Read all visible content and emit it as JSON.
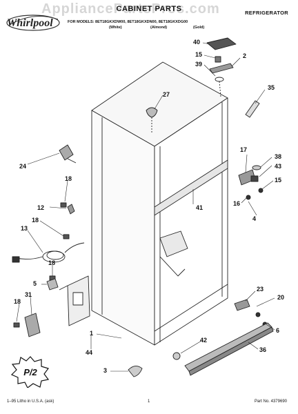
{
  "header": {
    "brand": "Whirlpool",
    "title": "CABINET PARTS",
    "category": "REFRIGERATOR",
    "models": "FOR MODELS: 8ET18GKXDW00, 8ET18GKXDN00, 8ET18GKXDG00",
    "colors": [
      "(White)",
      "(Almond)",
      "(Gold)"
    ],
    "watermark": "AppliancePartsPros.com"
  },
  "parts": {
    "p40": "40",
    "p15a": "15",
    "p2": "2",
    "p39": "39",
    "p27": "27",
    "p35": "35",
    "p24": "24",
    "p17": "17",
    "p38": "38",
    "p43": "43",
    "p15b": "15",
    "p18a": "18",
    "p41": "41",
    "p16": "16",
    "p4": "4",
    "p12": "12",
    "p18b": "18",
    "p13": "13",
    "p18c": "18",
    "p5": "5",
    "p31": "31",
    "p18d": "18",
    "p23": "23",
    "p20": "20",
    "p6": "6",
    "p1": "1",
    "p44": "44",
    "p42": "42",
    "p36": "36",
    "p3": "3"
  },
  "logo_badge": "P/2",
  "footer": {
    "left": "1–95 Litho in U.S.A. (ask)",
    "page": "1",
    "right": "Part No. 4379690"
  }
}
